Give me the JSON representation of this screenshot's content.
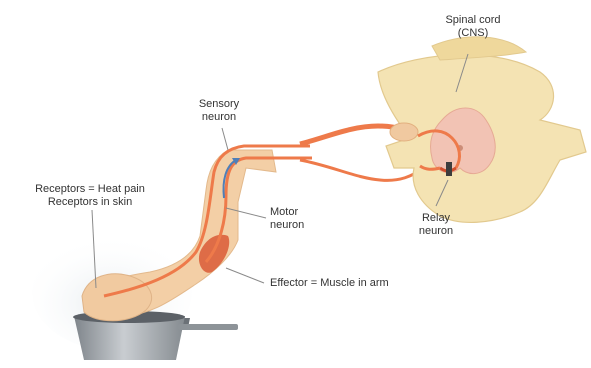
{
  "labels": {
    "spinal_cord_line1": "Spinal cord",
    "spinal_cord_line2": "(CNS)",
    "sensory_neuron_line1": "Sensory",
    "sensory_neuron_line2": "neuron",
    "receptors_line1": "Receptors = Heat pain",
    "receptors_line2": "Receptors in skin",
    "motor_neuron_line1": "Motor",
    "motor_neuron_line2": "neuron",
    "relay_neuron_line1": "Relay",
    "relay_neuron_line2": "neuron",
    "effector": "Effector = Muscle in arm"
  },
  "colors": {
    "spinal_white_matter": "#f4e3b3",
    "spinal_grey_matter": "#f2c3b4",
    "nerve_orange": "#ee7a4a",
    "arm_skin": "#f3cfa6",
    "muscle_red": "#d95a36",
    "pot_metal": "#a4a9ae",
    "steam": "#dfe6ea"
  }
}
